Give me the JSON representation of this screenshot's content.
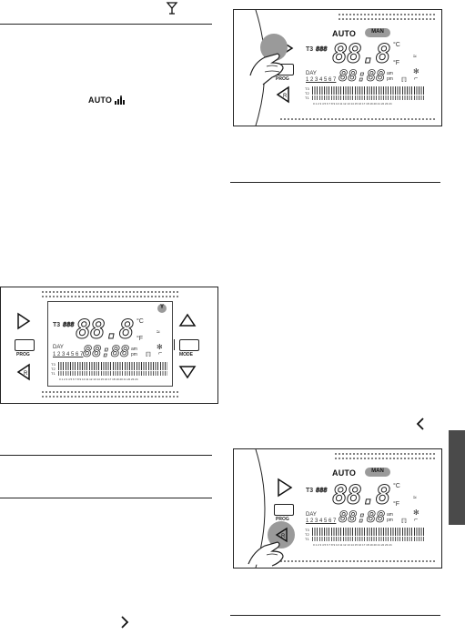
{
  "left_column": {
    "auto_label": "AUTO"
  },
  "colors": {
    "ink": "#111111",
    "chapter_tab": "#4a4a4a",
    "hand_shade": "#9a9a9a"
  },
  "thermostat": {
    "t3_label": "T3",
    "t3_digits": "888",
    "temp_digits": "88.8",
    "celsius": "°C",
    "fahrenheit": "°F",
    "day_label": "DAY",
    "day_numbers": "1 2 3 4 5 6 7",
    "clock_digits": "88:88",
    "am": "am",
    "pm": "pm",
    "prog_label": "PROG",
    "mode_label": "MODE",
    "auto_label": "AUTO",
    "man_label": "MAN",
    "t_rows": [
      "T3",
      "T2",
      "T1"
    ],
    "hours_axis": "0 1 2 3 4 5 6 7 8 9 10 11 12 13 14 15 16 17 18 19 20 21 22 23 24",
    "summer_icon_label": "Y"
  },
  "icons": {
    "cocktail_glass": "martini-glass-icon",
    "chevron_right": "chevron-right-icon",
    "chevron_left": "chevron-left-icon",
    "wifi": "wifi-icon",
    "snowflake": "snowflake-icon",
    "radiator": "radiator-icon",
    "tap": "tap-icon",
    "flame": "flame-icon",
    "hand": "hand-pointer-icon"
  }
}
